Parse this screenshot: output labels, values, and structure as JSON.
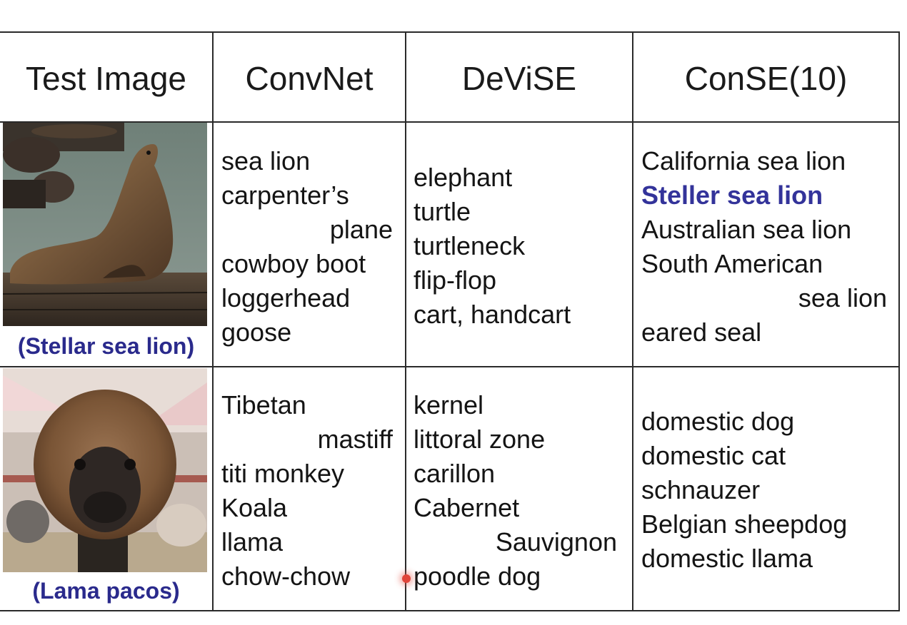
{
  "table": {
    "headers": [
      "Test Image",
      "ConvNet",
      "DeViSE",
      "ConSE(10)"
    ],
    "rows": [
      {
        "caption": "(Stellar sea lion)",
        "image_subject": "sea lion on a wooden dock",
        "convnet": [
          "sea lion",
          "carpenter’s",
          "plane",
          "cowboy boot",
          "loggerhead",
          "goose"
        ],
        "devise": [
          "elephant",
          "turtle",
          "turtleneck",
          "flip-flop",
          "cart, handcart"
        ],
        "conse": [
          "California sea lion",
          "Steller sea lion",
          "Australian sea lion",
          "South American",
          "sea lion",
          "eared seal"
        ]
      },
      {
        "caption": "(Lama pacos)",
        "image_subject": "alpaca face close-up",
        "convnet": [
          "Tibetan",
          "mastiff",
          "titi monkey",
          "Koala",
          "llama",
          "chow-chow"
        ],
        "devise": [
          "kernel",
          "littoral zone",
          "carillon",
          "Cabernet",
          "Sauvignon",
          "poodle dog"
        ],
        "conse": [
          "domestic dog",
          "domestic cat",
          "schnauzer",
          "Belgian sheepdog",
          "domestic llama"
        ]
      }
    ]
  },
  "colors": {
    "highlight": "#33339a",
    "caption": "#2a2a8c",
    "grid": "#2a2a2a",
    "cursor": "#e0453a"
  }
}
